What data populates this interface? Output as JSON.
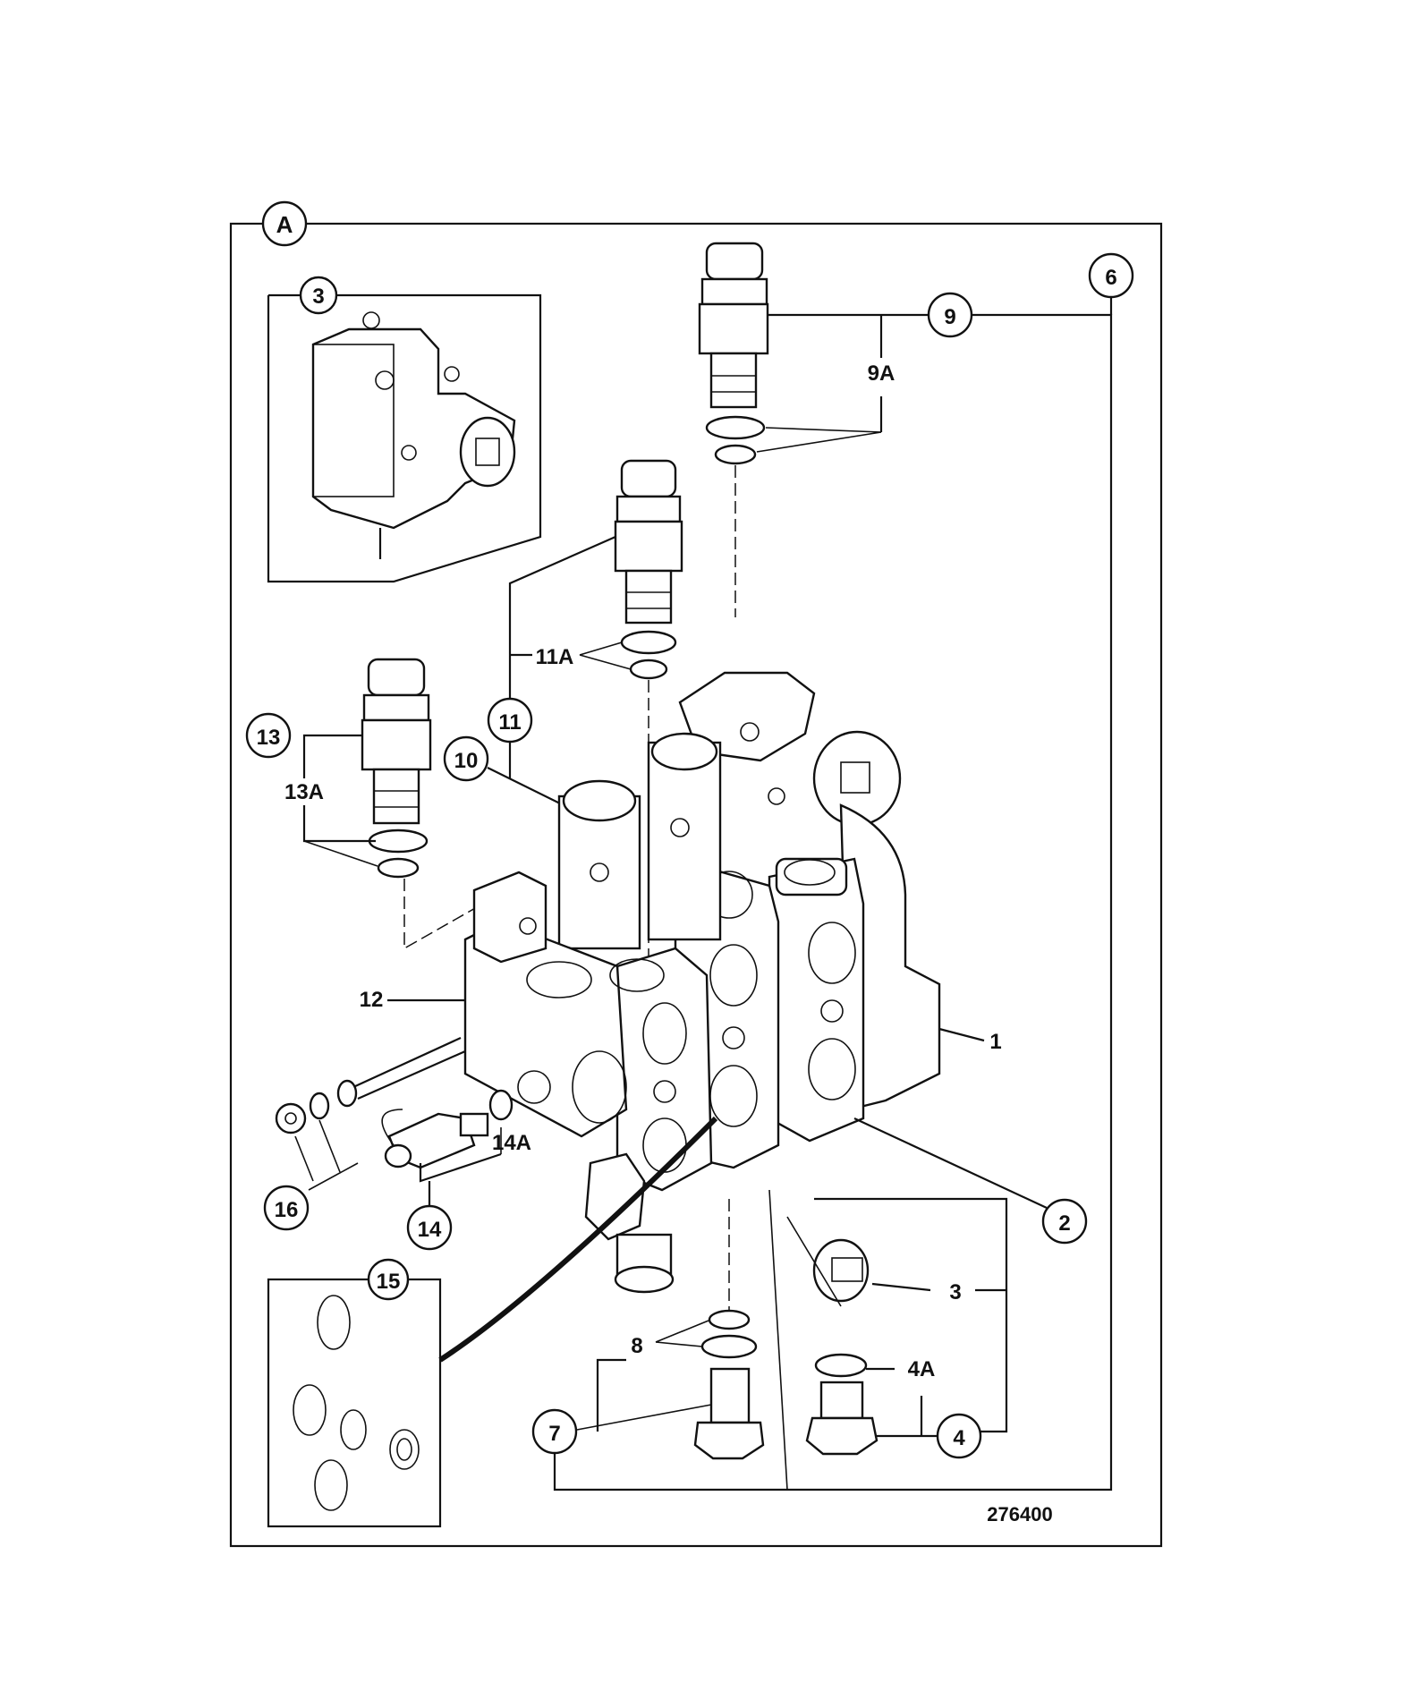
{
  "diagram": {
    "frame_label": "A",
    "drawing_number": "276400",
    "callouts": {
      "c1": "1",
      "c2": "2",
      "c3_inset": "3",
      "c3": "3",
      "c4": "4",
      "c4a": "4A",
      "c6": "6",
      "c7": "7",
      "c8": "8",
      "c9": "9",
      "c9a": "9A",
      "c10": "10",
      "c11": "11",
      "c11a": "11A",
      "c12": "12",
      "c13": "13",
      "c13a": "13A",
      "c14": "14",
      "c14a": "14A",
      "c15": "15",
      "c16": "16"
    }
  }
}
